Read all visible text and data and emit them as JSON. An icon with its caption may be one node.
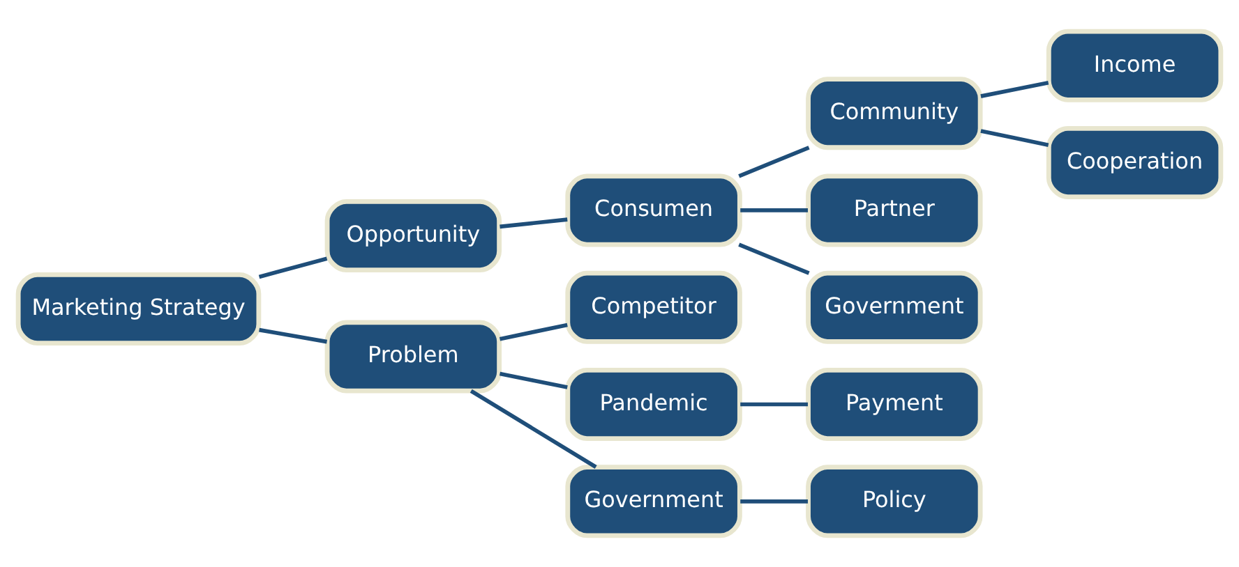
{
  "diagram": {
    "nodes": [
      {
        "text": [
          "Marketing Strategy"
        ]
      },
      {
        "text": [
          "Opportunity"
        ]
      },
      {
        "text": [
          "Problem"
        ]
      },
      {
        "text": [
          "Consumen"
        ]
      },
      {
        "text": [
          "Community"
        ]
      },
      {
        "text": [
          "Partner"
        ]
      },
      {
        "text": [
          "Government"
        ]
      },
      {
        "text": [
          "Income"
        ]
      },
      {
        "text": [
          "Cooperation"
        ]
      },
      {
        "text": [
          "Competitor"
        ]
      },
      {
        "text": [
          "Pandemic"
        ]
      },
      {
        "text": [
          "Government"
        ]
      },
      {
        "text": [
          "Payment"
        ]
      },
      {
        "text": [
          "Policy"
        ]
      }
    ],
    "edges": [
      {
        "from": 0,
        "to": 1,
        "arrow": "none"
      },
      {
        "from": 0,
        "to": 2,
        "arrow": "none"
      },
      {
        "from": 1,
        "to": 3,
        "arrow": "none"
      },
      {
        "from": 3,
        "to": 4,
        "arrow": "none"
      },
      {
        "from": 3,
        "to": 5,
        "arrow": "none"
      },
      {
        "from": 3,
        "to": 6,
        "arrow": "none"
      },
      {
        "from": 4,
        "to": 7,
        "arrow": "none"
      },
      {
        "from": 4,
        "to": 8,
        "arrow": "none"
      },
      {
        "from": 2,
        "to": 9,
        "arrow": "none"
      },
      {
        "from": 2,
        "to": 10,
        "arrow": "none"
      },
      {
        "from": 2,
        "to": 11,
        "arrow": "none"
      },
      {
        "from": 10,
        "to": 12,
        "arrow": "none"
      },
      {
        "from": 11,
        "to": 13,
        "arrow": "none"
      }
    ]
  }
}
